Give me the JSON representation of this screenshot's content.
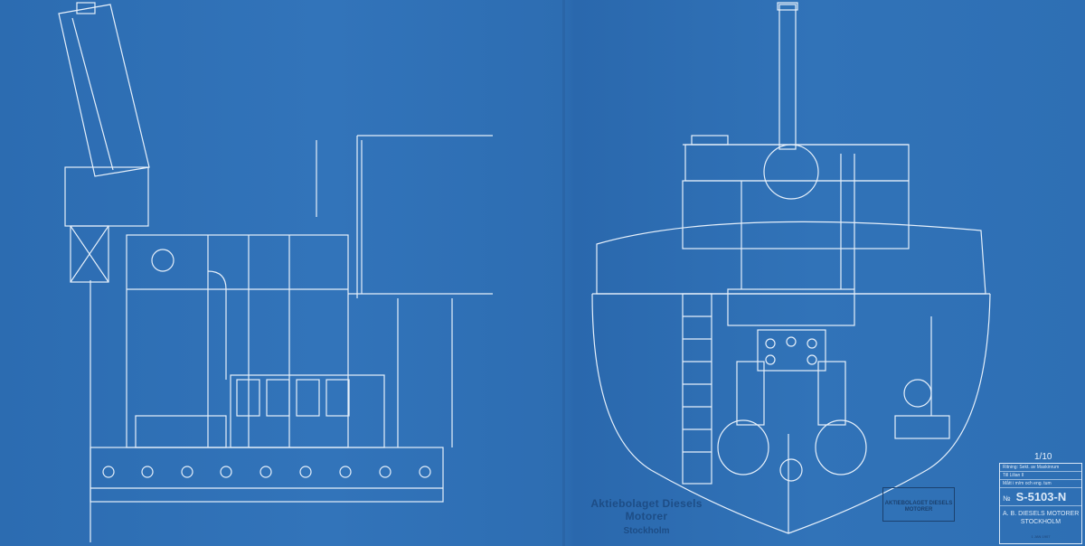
{
  "company": {
    "name": "Aktiebolaget Diesels Motorer",
    "city": "Stockholm"
  },
  "stamp": {
    "text": "AKTIEBOLAGET DIESELS MOTORER"
  },
  "title_block": {
    "scale": "1/10",
    "drawing": "Ritning: Sekt. av Maskinrum",
    "vessel": "Till Lilian II",
    "units": "Mått i m/m och eng. tum",
    "number_prefix": "№",
    "number": "S-5103-N",
    "firm": "A. B. DIESELS MOTORER",
    "firm_city": "STOCKHOLM",
    "date": "1 JAN 1907"
  },
  "colors": {
    "paper": "#2e70b5",
    "line": "#e6f0fb",
    "ink": "#1d4d86"
  }
}
